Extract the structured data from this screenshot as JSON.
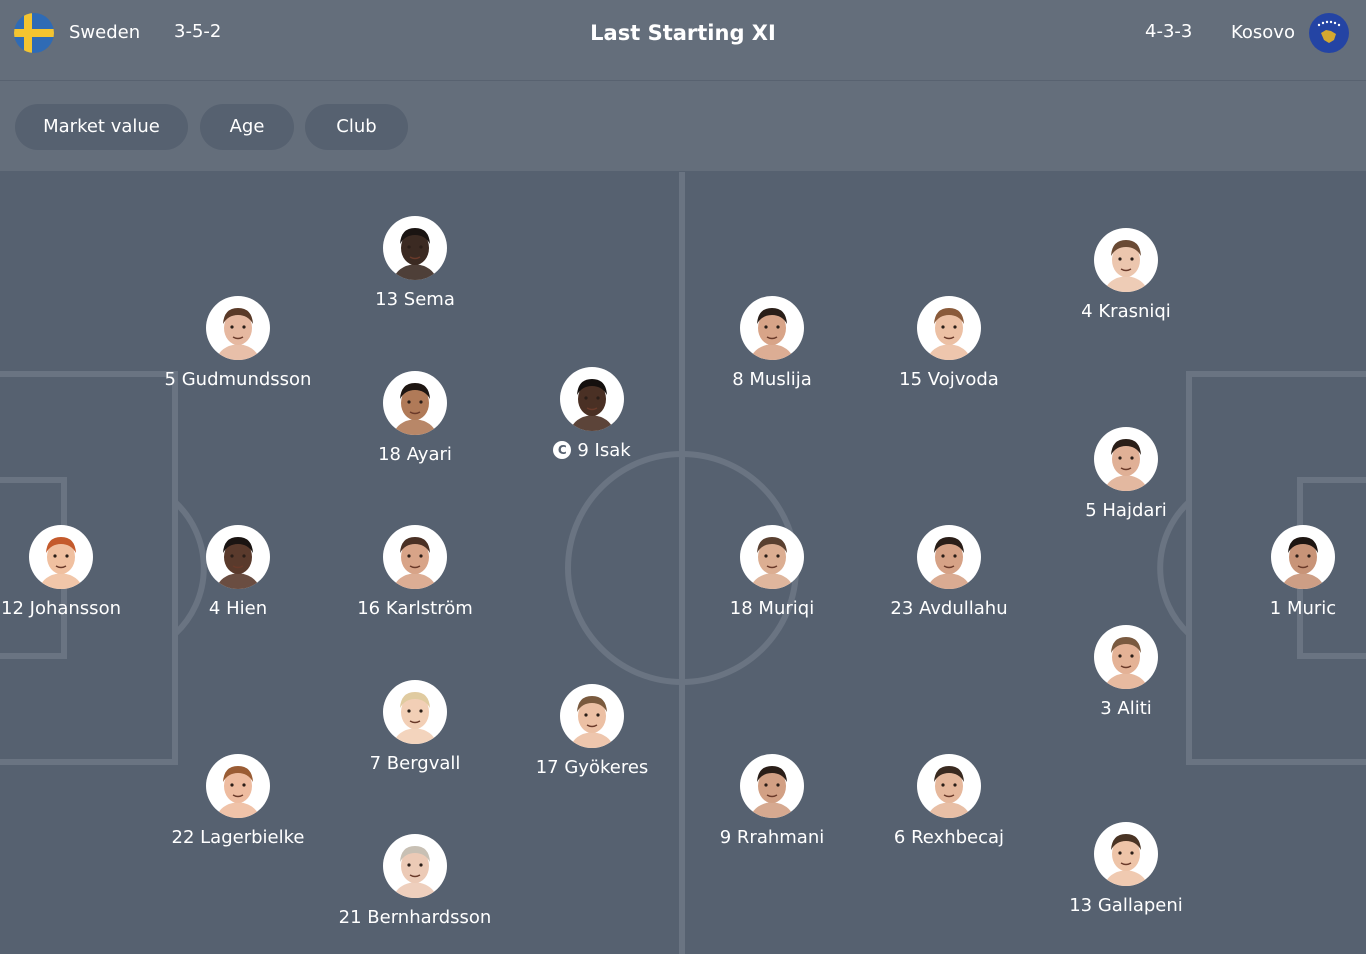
{
  "header": {
    "home": {
      "name": "Sweden",
      "formation": "3-5-2",
      "flag_icon": "sweden-flag-icon"
    },
    "title": "Last Starting XI",
    "away": {
      "name": "Kosovo",
      "formation": "4-3-3",
      "flag_icon": "kosovo-flag-icon"
    }
  },
  "filters": [
    "Market value",
    "Age",
    "Club"
  ],
  "colors": {
    "background": "#566170",
    "header": "#646e7b",
    "pitch_lines": "#6a7482",
    "text": "#ffffff"
  },
  "captain_mark": "C",
  "home_players": [
    {
      "number": "13",
      "name": "Sema",
      "skin": "#3b2a22",
      "hair": "#1a1412",
      "captain": false
    },
    {
      "number": "5",
      "name": "Gudmundsson",
      "skin": "#e6b8a0",
      "hair": "#5a3a28",
      "captain": false
    },
    {
      "number": "18",
      "name": "Ayari",
      "skin": "#b07a58",
      "hair": "#1e1612",
      "captain": false
    },
    {
      "number": "9",
      "name": "Isak",
      "skin": "#4a3024",
      "hair": "#15100e",
      "captain": true
    },
    {
      "number": "12",
      "name": "Johansson",
      "skin": "#f0c0a0",
      "hair": "#c45a2c",
      "captain": false
    },
    {
      "number": "4",
      "name": "Hien",
      "skin": "#5a3a2c",
      "hair": "#1a1412",
      "captain": false
    },
    {
      "number": "16",
      "name": "Karlström",
      "skin": "#d8a488",
      "hair": "#4a3024",
      "captain": false
    },
    {
      "number": "7",
      "name": "Bergvall",
      "skin": "#f2cfb6",
      "hair": "#e0cba0",
      "captain": false
    },
    {
      "number": "17",
      "name": "Gyökeres",
      "skin": "#ecc0a4",
      "hair": "#7a5a3e",
      "captain": false
    },
    {
      "number": "22",
      "name": "Lagerbielke",
      "skin": "#eebca0",
      "hair": "#9a5c34",
      "captain": false
    },
    {
      "number": "21",
      "name": "Bernhardsson",
      "skin": "#eccab6",
      "hair": "#c8c0b4",
      "captain": false
    }
  ],
  "away_players": [
    {
      "number": "8",
      "name": "Muslija",
      "skin": "#d8a488",
      "hair": "#2a1e18",
      "captain": false
    },
    {
      "number": "15",
      "name": "Vojvoda",
      "skin": "#ecc0a4",
      "hair": "#8a5a3a",
      "captain": false
    },
    {
      "number": "4",
      "name": "Krasniqi",
      "skin": "#ecc6ae",
      "hair": "#6a4a34",
      "captain": false
    },
    {
      "number": "5",
      "name": "Hajdari",
      "skin": "#e0b096",
      "hair": "#2a1e18",
      "captain": false
    },
    {
      "number": "18",
      "name": "Muriqi",
      "skin": "#dcae92",
      "hair": "#5a4030",
      "captain": false
    },
    {
      "number": "23",
      "name": "Avdullahu",
      "skin": "#d6a286",
      "hair": "#2a1e18",
      "captain": false
    },
    {
      "number": "1",
      "name": "Muric",
      "skin": "#c89478",
      "hair": "#1e1612",
      "captain": false
    },
    {
      "number": "3",
      "name": "Aliti",
      "skin": "#e4b296",
      "hair": "#7a5a40",
      "captain": false
    },
    {
      "number": "9",
      "name": "Rrahmani",
      "skin": "#d2a084",
      "hair": "#2a1e18",
      "captain": false
    },
    {
      "number": "6",
      "name": "Rexhbecaj",
      "skin": "#e6b89c",
      "hair": "#3a2a20",
      "captain": false
    },
    {
      "number": "13",
      "name": "Gallapeni",
      "skin": "#eec4a8",
      "hair": "#4a3424",
      "captain": false
    }
  ]
}
